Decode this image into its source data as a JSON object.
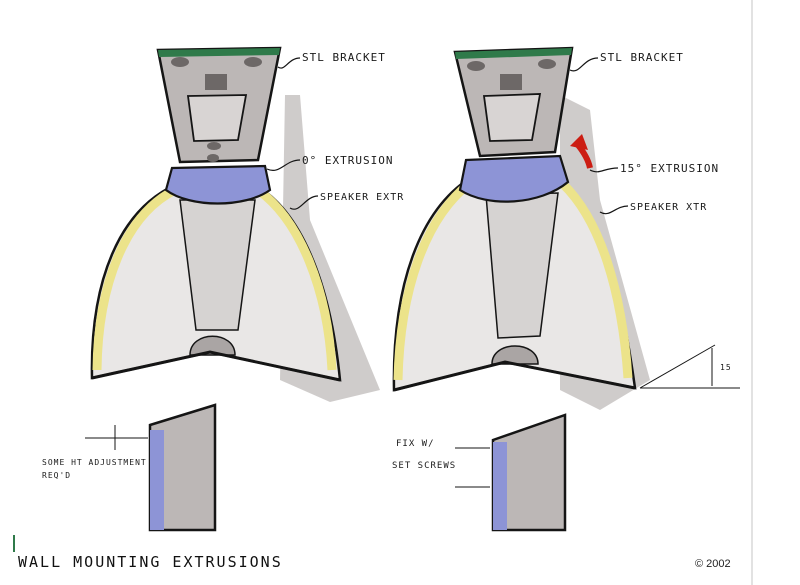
{
  "title": "WALL MOUNTING EXTRUSIONS",
  "copyright": "© 2002",
  "colors": {
    "gray_marker": "#b9b4b3",
    "dark_gray": "#7d7877",
    "blue": "#8d94d6",
    "yellow": "#ece38a",
    "green": "#2f7a4a",
    "red_arrow": "#cc1d13",
    "line": "#151515"
  },
  "left_view": {
    "labels": {
      "bracket": "STL BRACKET",
      "extrusion": "0° EXTRUSION",
      "speaker": "SPEAKER EXTR",
      "adjustment_line1": "SOME HT ADJUSTMENT",
      "adjustment_line2": "REQ'D"
    }
  },
  "right_view": {
    "labels": {
      "bracket": "STL BRACKET",
      "extrusion": "15° EXTRUSION",
      "speaker": "SPEAKER XTR",
      "dimension": "15",
      "fix_line1": "FIX W/",
      "fix_line2": "SET SCREWS"
    }
  }
}
